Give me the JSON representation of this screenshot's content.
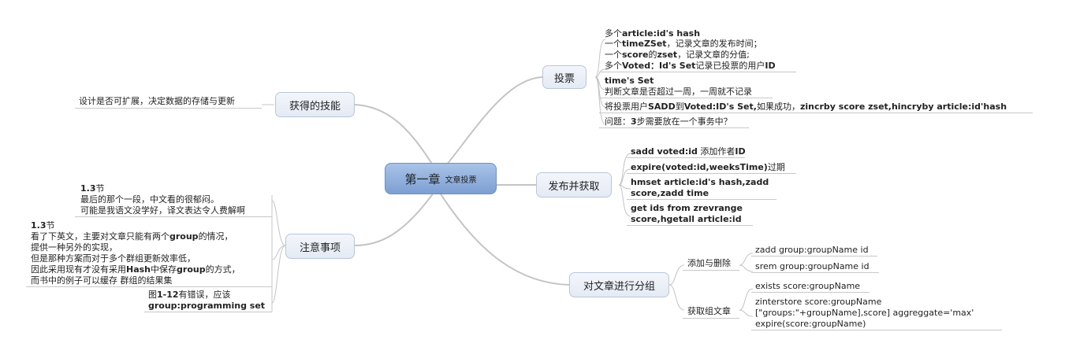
{
  "central": {
    "title": "第一章",
    "subtitle": "文章投票"
  },
  "branches": {
    "vote": {
      "label": "投票",
      "leaves": [
        [
          "多个",
          "article:id's hash"
        ],
        [
          "一个",
          "timeZSet",
          "，记录文章的发布时间；"
        ],
        [
          "一个",
          "score",
          "的",
          "zset",
          "，记录文章的分值;"
        ],
        [
          "多个",
          "Voted：Id's Set",
          "记录已投票的用户",
          "ID"
        ],
        [
          "time's Set"
        ],
        [
          "判断文章是否超过一周，一周就不记录"
        ],
        [
          "将投票用户",
          "SADD",
          "到",
          "Voted:ID's Set,",
          "如果成功，",
          "zincrby score zset,hincryby article:id'hash"
        ],
        [
          "问题：",
          "3",
          "步需要放在一个事务中？"
        ]
      ]
    },
    "publish": {
      "label": "发布并获取",
      "leaves": [
        [
          "sadd voted:id",
          " 添加作者",
          "ID"
        ],
        [
          "expire(voted:id,weeksTime)",
          "过期"
        ],
        [
          "hmset article:id's hash,zadd"
        ],
        [
          "score,zadd time"
        ],
        [
          "get ids from zrevrange"
        ],
        [
          "score,hgetall article:id"
        ]
      ]
    },
    "group": {
      "label": "对文章进行分组",
      "sub": [
        {
          "label": "添加与删除",
          "items": [
            "zadd group:groupName id",
            "srem group:groupName id"
          ]
        },
        {
          "label": "获取组文章",
          "items": [
            "exists score:groupName",
            "zinterstore score:groupName",
            "[\"groups:\"+groupName],score]  aggreggate='max'",
            "expire(score:groupName)"
          ]
        }
      ]
    },
    "skills": {
      "label": "获得的技能",
      "leaf": "设计是否可扩展，决定数据的存储与更新"
    },
    "notes": {
      "label": "注意事项",
      "note1": [
        "1.3",
        "节",
        "最后的那个一段，中文看的很郁闷。",
        "可能是我语文没学好，译文表达令人费解啊"
      ],
      "note2": [
        "1.3",
        "节",
        "看了下英文，主要对文章只能有两个",
        "group",
        "的情况，",
        "提供一种另外的实现，",
        "但是那种方案而对于多个群组更新效率低，",
        "因此采用现有才没有采用",
        "Hash",
        "中保存",
        "group",
        "的方式，",
        "而书中的例子可以缓存 群组的结果集"
      ],
      "note3": [
        "图",
        "1-12",
        "有错误，应该",
        "group:programming set"
      ]
    }
  }
}
